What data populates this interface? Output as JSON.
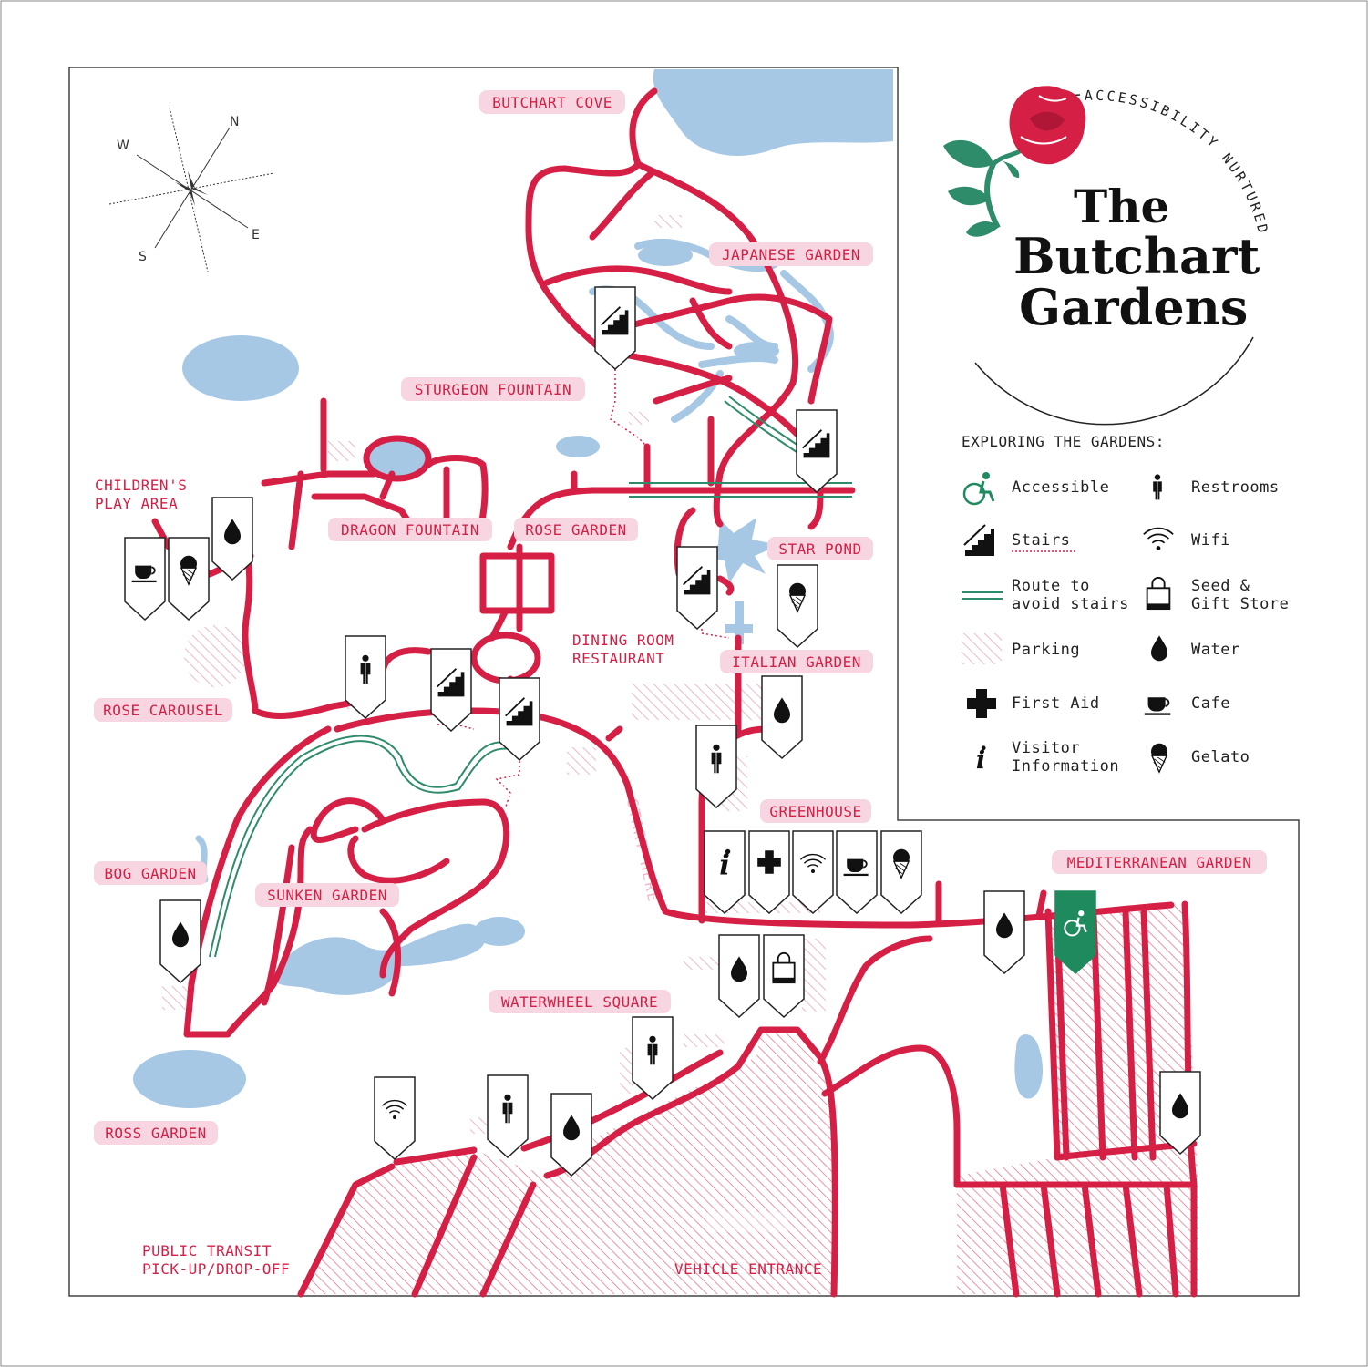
{
  "brand": {
    "line1": "The",
    "line2": "Butchart",
    "line3": "Gardens",
    "tagline": "ACCESSIBILITY NURTURED",
    "colors": {
      "rose": "#d51f45",
      "leaf": "#2e8c6a",
      "water": "#a6c8e4",
      "path": "#d51f45"
    }
  },
  "compass": {
    "n": "N",
    "e": "E",
    "s": "S",
    "w": "W"
  },
  "places": {
    "butchart_cove": "BUTCHART COVE",
    "japanese_garden": "JAPANESE GARDEN",
    "sturgeon_fountain": "STURGEON FOUNTAIN",
    "childrens_play_area_1": "CHILDREN'S",
    "childrens_play_area_2": "PLAY AREA",
    "dragon_fountain": "DRAGON FOUNTAIN",
    "rose_garden": "ROSE GARDEN",
    "star_pond": "STAR POND",
    "dining_room_1": "DINING ROOM",
    "dining_room_2": "RESTAURANT",
    "italian_garden": "ITALIAN GARDEN",
    "rose_carousel": "ROSE CAROUSEL",
    "greenhouse": "GREENHOUSE",
    "bog_garden": "BOG GARDEN",
    "sunken_garden": "SUNKEN GARDEN",
    "mediterranean_garden": "MEDITERRANEAN GARDEN",
    "waterwheel_square": "WATERWHEEL SQUARE",
    "ross_garden": "ROSS GARDEN",
    "public_transit_1": "PUBLIC TRANSIT",
    "public_transit_2": "PICK-UP/DROP-OFF",
    "vehicle_entrance": "VEHICLE ENTRANCE",
    "start_here": "START HERE"
  },
  "legend": {
    "title": "EXPLORING THE GARDENS:",
    "accessible": "Accessible",
    "restrooms": "Restrooms",
    "stairs": "Stairs",
    "wifi": "Wifi",
    "route_1": "Route to",
    "route_2": "avoid stairs",
    "store_1": "Seed &",
    "store_2": "Gift Store",
    "parking": "Parking",
    "water": "Water",
    "first_aid": "First Aid",
    "cafe": "Cafe",
    "visitor_1": "Visitor",
    "visitor_2": "Information",
    "gelato": "Gelato"
  }
}
